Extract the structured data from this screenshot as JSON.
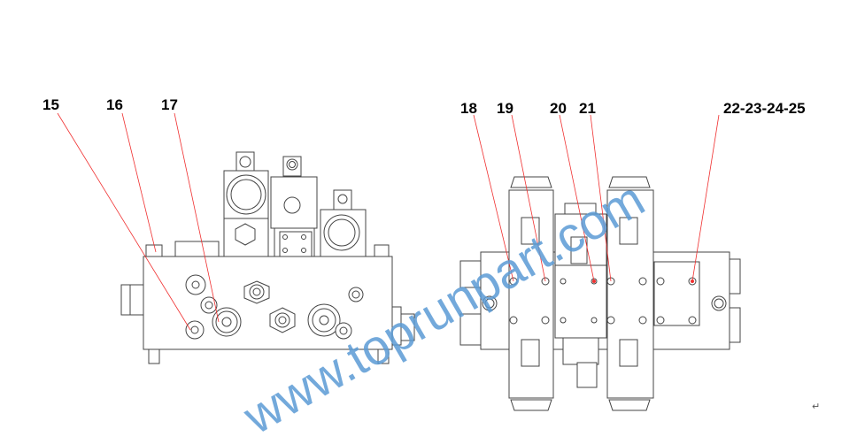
{
  "labels": {
    "l15": "15",
    "l16": "16",
    "l17": "17",
    "l18": "18",
    "l19": "19",
    "l20": "20",
    "l21": "21",
    "l22": "22-23-24-25"
  },
  "watermark": "www.toprunpart.com",
  "return_mark": "↵",
  "colors": {
    "leader": "#f03030",
    "watermark": "#5b9bd5",
    "line": "#444444"
  }
}
